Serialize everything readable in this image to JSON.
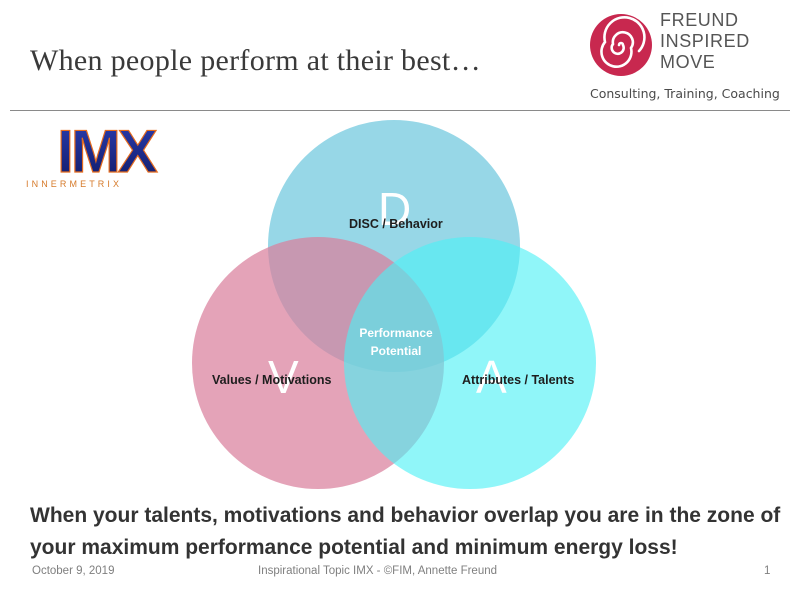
{
  "slide": {
    "title": "When people perform at their best…",
    "brand": {
      "name_lines": [
        "FREUND",
        "INSPIRED",
        "MOVE"
      ],
      "tagline": "Consulting, Training, Coaching",
      "logo_icon": "swirl-icon",
      "logo_color": "#c8284f"
    },
    "imx_logo": {
      "mark": "IMX",
      "wordmark": "INNERMETRIX",
      "colors": {
        "navy": "#1b2a8a",
        "orange": "#e46b1f"
      }
    },
    "venn": {
      "circles": [
        {
          "id": "D",
          "letter": "D",
          "label": "DISC / Behavior",
          "color": "#6fc7de"
        },
        {
          "id": "V",
          "letter": "V",
          "label": "Values / Motivations",
          "color": "#d97f9c"
        },
        {
          "id": "A",
          "letter": "A",
          "label": "Attributes / Talents",
          "color": "#4cf0f5"
        }
      ],
      "center_label_lines": [
        "Performance",
        "Potential"
      ]
    },
    "summary": "When your talents, motivations and behavior overlap you are in the zone of your maximum performance potential and minimum energy loss!",
    "footer": {
      "date": "October 9, 2019",
      "center": "Inspirational Topic IMX - ©FIM, Annette Freund",
      "page": "1"
    }
  }
}
